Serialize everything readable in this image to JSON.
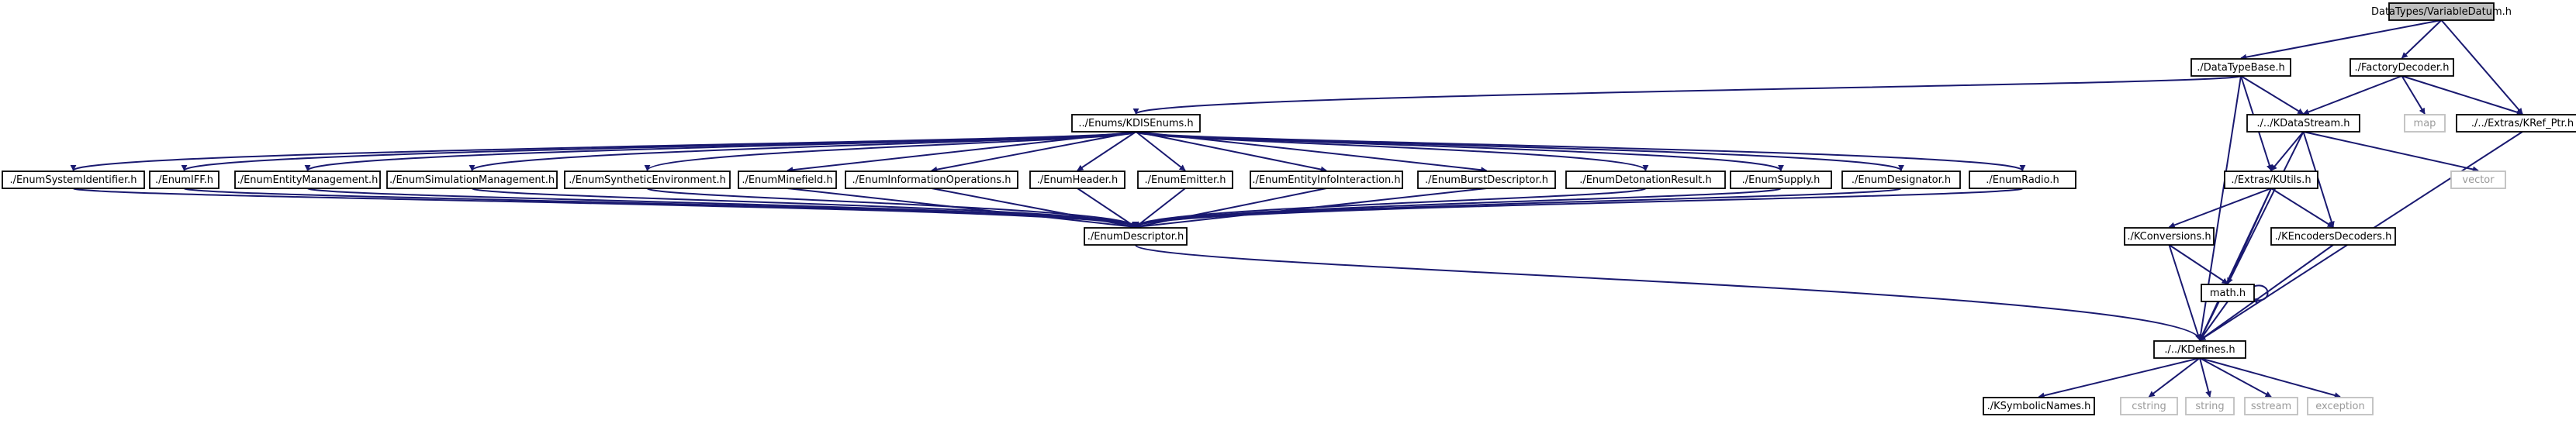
{
  "colors": {
    "edge": "#191970",
    "root_fill": "#bfbfbf",
    "system_border": "#bfbfbf",
    "system_text": "#9a9a9a"
  },
  "nodes": [
    {
      "id": "root",
      "label": "DataTypes/VariableDatum.h",
      "kind": "root"
    },
    {
      "id": "dtb",
      "label": "./DataTypeBase.h",
      "kind": "file"
    },
    {
      "id": "fdec",
      "label": "./FactoryDecoder.h",
      "kind": "file"
    },
    {
      "id": "kisenums",
      "label": "../Enums/KDISEnums.h",
      "kind": "file"
    },
    {
      "id": "kdatastream",
      "label": "./../KDataStream.h",
      "kind": "file"
    },
    {
      "id": "map",
      "label": "map",
      "kind": "system"
    },
    {
      "id": "krefptr",
      "label": "./../Extras/KRef_Ptr.h",
      "kind": "file"
    },
    {
      "id": "esi",
      "label": "./EnumSystemIdentifier.h",
      "kind": "file"
    },
    {
      "id": "eiff",
      "label": "./EnumIFF.h",
      "kind": "file"
    },
    {
      "id": "eem",
      "label": "./EnumEntityManagement.h",
      "kind": "file"
    },
    {
      "id": "esm",
      "label": "./EnumSimulationManagement.h",
      "kind": "file"
    },
    {
      "id": "ese",
      "label": "./EnumSyntheticEnvironment.h",
      "kind": "file"
    },
    {
      "id": "emf",
      "label": "./EnumMinefield.h",
      "kind": "file"
    },
    {
      "id": "eio",
      "label": "./EnumInformationOperations.h",
      "kind": "file"
    },
    {
      "id": "ehdr",
      "label": "./EnumHeader.h",
      "kind": "file"
    },
    {
      "id": "eemit",
      "label": "./EnumEmitter.h",
      "kind": "file"
    },
    {
      "id": "eeii",
      "label": "./EnumEntityInfoInteraction.h",
      "kind": "file"
    },
    {
      "id": "ebd",
      "label": "./EnumBurstDescriptor.h",
      "kind": "file"
    },
    {
      "id": "edr",
      "label": "./EnumDetonationResult.h",
      "kind": "file"
    },
    {
      "id": "esup",
      "label": "./EnumSupply.h",
      "kind": "file"
    },
    {
      "id": "edes",
      "label": "./EnumDesignator.h",
      "kind": "file"
    },
    {
      "id": "erad",
      "label": "./EnumRadio.h",
      "kind": "file"
    },
    {
      "id": "kutils",
      "label": "./Extras/KUtils.h",
      "kind": "file"
    },
    {
      "id": "vector",
      "label": "vector",
      "kind": "system"
    },
    {
      "id": "edesc",
      "label": "./EnumDescriptor.h",
      "kind": "file"
    },
    {
      "id": "kconv",
      "label": "./KConversions.h",
      "kind": "file"
    },
    {
      "id": "kencdec",
      "label": "./KEncodersDecoders.h",
      "kind": "file"
    },
    {
      "id": "math",
      "label": "math.h",
      "kind": "file"
    },
    {
      "id": "kdefines",
      "label": "./../KDefines.h",
      "kind": "file"
    },
    {
      "id": "ksym",
      "label": "./KSymbolicNames.h",
      "kind": "file"
    },
    {
      "id": "cstring",
      "label": "cstring",
      "kind": "system"
    },
    {
      "id": "string",
      "label": "string",
      "kind": "system"
    },
    {
      "id": "sstream",
      "label": "sstream",
      "kind": "system"
    },
    {
      "id": "exception",
      "label": "exception",
      "kind": "system"
    }
  ],
  "edges": [
    [
      "root",
      "dtb"
    ],
    [
      "root",
      "fdec"
    ],
    [
      "root",
      "krefptr"
    ],
    [
      "dtb",
      "kisenums"
    ],
    [
      "dtb",
      "kdatastream"
    ],
    [
      "dtb",
      "kutils"
    ],
    [
      "dtb",
      "kdefines"
    ],
    [
      "fdec",
      "kdatastream"
    ],
    [
      "fdec",
      "map"
    ],
    [
      "fdec",
      "krefptr"
    ],
    [
      "kisenums",
      "esi"
    ],
    [
      "kisenums",
      "eiff"
    ],
    [
      "kisenums",
      "eem"
    ],
    [
      "kisenums",
      "esm"
    ],
    [
      "kisenums",
      "ese"
    ],
    [
      "kisenums",
      "emf"
    ],
    [
      "kisenums",
      "eio"
    ],
    [
      "kisenums",
      "ehdr"
    ],
    [
      "kisenums",
      "eemit"
    ],
    [
      "kisenums",
      "eeii"
    ],
    [
      "kisenums",
      "ebd"
    ],
    [
      "kisenums",
      "edr"
    ],
    [
      "kisenums",
      "esup"
    ],
    [
      "kisenums",
      "edes"
    ],
    [
      "kisenums",
      "erad"
    ],
    [
      "kdatastream",
      "kutils"
    ],
    [
      "kdatastream",
      "kencdec"
    ],
    [
      "kdatastream",
      "vector"
    ],
    [
      "kdatastream",
      "kdefines"
    ],
    [
      "krefptr",
      "kdefines"
    ],
    [
      "esi",
      "edesc"
    ],
    [
      "eiff",
      "edesc"
    ],
    [
      "eem",
      "edesc"
    ],
    [
      "esm",
      "edesc"
    ],
    [
      "ese",
      "edesc"
    ],
    [
      "emf",
      "edesc"
    ],
    [
      "eio",
      "edesc"
    ],
    [
      "ehdr",
      "edesc"
    ],
    [
      "eemit",
      "edesc"
    ],
    [
      "eeii",
      "edesc"
    ],
    [
      "ebd",
      "edesc"
    ],
    [
      "edr",
      "edesc"
    ],
    [
      "esup",
      "edesc"
    ],
    [
      "edes",
      "edesc"
    ],
    [
      "erad",
      "edesc"
    ],
    [
      "edesc",
      "kdefines"
    ],
    [
      "kutils",
      "kconv"
    ],
    [
      "kutils",
      "kencdec"
    ],
    [
      "kutils",
      "math"
    ],
    [
      "kutils",
      "kdefines"
    ],
    [
      "kconv",
      "math"
    ],
    [
      "kconv",
      "kdefines"
    ],
    [
      "kencdec",
      "kdefines"
    ],
    [
      "math",
      "math"
    ],
    [
      "math",
      "kdefines"
    ],
    [
      "kdefines",
      "ksym"
    ],
    [
      "kdefines",
      "cstring"
    ],
    [
      "kdefines",
      "string"
    ],
    [
      "kdefines",
      "sstream"
    ],
    [
      "kdefines",
      "exception"
    ]
  ]
}
